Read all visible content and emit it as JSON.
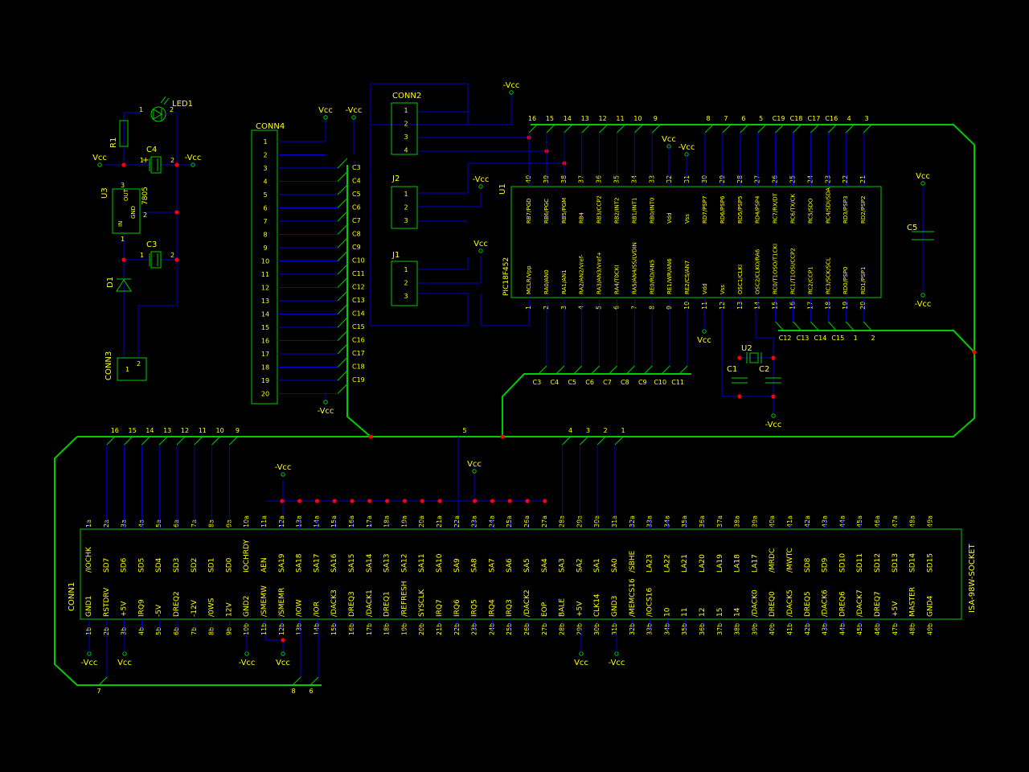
{
  "colors": {
    "background": "#000000",
    "wire": "#0000cc",
    "bus": "#00cc00",
    "part": "#00cc00",
    "label": "#ffff00",
    "label2": "#cccc00",
    "junction": "#ff0000",
    "power": "#00cc00"
  },
  "power": {
    "vcc": "Vcc",
    "nvcc": "-Vcc"
  },
  "parts": {
    "led": {
      "ref": "LED1",
      "pin1": "1",
      "pin2": "2"
    },
    "r1": {
      "ref": "R1"
    },
    "c4": {
      "ref": "C4",
      "pin1": "1",
      "pin2": "2"
    },
    "c3": {
      "ref": "C3",
      "pin1": "1",
      "pin2": "2"
    },
    "u3": {
      "ref": "U3",
      "value": "7805",
      "out": "OUT",
      "gnd": "GND",
      "in": "IN",
      "p1": "1",
      "p2": "2",
      "p3": "3"
    },
    "d1": {
      "ref": "D1"
    },
    "conn3": {
      "ref": "CONN3",
      "p1": "1",
      "p2": "2"
    },
    "conn4": {
      "ref": "CONN4",
      "pins": [
        "1",
        "2",
        "3",
        "4",
        "5",
        "6",
        "7",
        "8",
        "9",
        "10",
        "11",
        "12",
        "13",
        "14",
        "15",
        "16",
        "17",
        "18",
        "19",
        "20"
      ]
    },
    "conn4_nets": [
      "C3",
      "C4",
      "C5",
      "C6",
      "C7",
      "C8",
      "C9",
      "C10",
      "C11",
      "C12",
      "C13",
      "C14",
      "C15",
      "C16",
      "C17",
      "C18",
      "C19"
    ],
    "conn2": {
      "ref": "CONN2",
      "pins": [
        "1",
        "2",
        "3",
        "4"
      ]
    },
    "j2": {
      "ref": "J2",
      "pins": [
        "1",
        "2",
        "3"
      ]
    },
    "j1": {
      "ref": "J1",
      "pins": [
        "1",
        "2",
        "3"
      ]
    },
    "u1": {
      "ref": "U1",
      "value": "PIC18F452",
      "top_pin_numbers": [
        "40",
        "39",
        "38",
        "37",
        "36",
        "35",
        "34",
        "33",
        "32",
        "31",
        "30",
        "29",
        "28",
        "27",
        "26",
        "25",
        "24",
        "23",
        "22",
        "21"
      ],
      "top_pin_names": [
        "RB7/PGD",
        "RB6/PGC",
        "RB5/PGM",
        "RB4",
        "RB3/CCP2",
        "RB2/INT2",
        "RB1/INT1",
        "RB0/INT0",
        "Vdd",
        "Vss",
        "RD7/PSP7",
        "RD6/PSP6",
        "RD5/PSP5",
        "RD4/PSP4",
        "RC7/RX/DT",
        "RC6/TX/CK",
        "RC5/SDO",
        "RC4/SDI/SDA",
        "RD3/PSP3",
        "RD2/PSP2"
      ],
      "bottom_pin_numbers": [
        "1",
        "2",
        "3",
        "4",
        "5",
        "6",
        "7",
        "8",
        "9",
        "10",
        "11",
        "12",
        "13",
        "14",
        "15",
        "16",
        "17",
        "18",
        "19",
        "20"
      ],
      "bottom_pin_names": [
        "MCLR/Vpp",
        "RA0/AN0",
        "RA1/AN1",
        "RA2/AN2/Vref-",
        "RA3/AN3/Vref+",
        "RA4/T0CKI",
        "RA5/AN4/SS/LVDIN",
        "RE0/RD/AN5",
        "RE1/WR/AN6",
        "RE2/CS/AN7",
        "Vdd",
        "Vss",
        "OSC1/CLKI",
        "OSC2/CLKO/RA6",
        "RC0/T1OSO/T1CKI",
        "RC1/T1OSI/CCP2",
        "RC2/CCP1",
        "RC3/SCK/SCL",
        "RD0/PSP0",
        "RD1/PSP1"
      ]
    },
    "u1_top_nets": [
      "16",
      "15",
      "14",
      "13",
      "12",
      "11",
      "10",
      "9",
      "",
      "",
      "8",
      "7",
      "6",
      "5",
      "C19",
      "C18",
      "C17",
      "C16",
      "4",
      "3"
    ],
    "u1_bottom_nets_a": [
      "C3",
      "C4",
      "C5",
      "C6",
      "C7",
      "C8",
      "C9",
      "C10",
      "C11"
    ],
    "u1_bottom_nets_b": [
      "C12",
      "C13",
      "C14",
      "C15",
      "1",
      "2"
    ],
    "c5": {
      "ref": "C5"
    },
    "u2": {
      "ref": "U2"
    },
    "c1": {
      "ref": "C1"
    },
    "c2": {
      "ref": "C2"
    },
    "conn1": {
      "ref": "CONN1",
      "value": "ISA-98W-SOCKET",
      "top_pin_numbers": [
        "1a",
        "2a",
        "3a",
        "4a",
        "5a",
        "6a",
        "7a",
        "8a",
        "9a",
        "10a",
        "11a",
        "12a",
        "13a",
        "14a",
        "15a",
        "16a",
        "17a",
        "18a",
        "19a",
        "20a",
        "21a",
        "22a",
        "23a",
        "24a",
        "25a",
        "26a",
        "27a",
        "28a",
        "29a",
        "30a",
        "31a",
        "32a",
        "33a",
        "34a",
        "35a",
        "36a",
        "37a",
        "38a",
        "39a",
        "40a",
        "41a",
        "42a",
        "43a",
        "44a",
        "45a",
        "46a",
        "47a",
        "48a",
        "49a"
      ],
      "top_pin_names": [
        "/IOCHK",
        "SD7",
        "SD6",
        "SD5",
        "SD4",
        "SD3",
        "SD2",
        "SD1",
        "SD0",
        "IOCHRDY",
        "AEN",
        "SA19",
        "SA18",
        "SA17",
        "SA16",
        "SA15",
        "SA14",
        "SA13",
        "SA12",
        "SA11",
        "SA10",
        "SA9",
        "SA8",
        "SA7",
        "SA6",
        "SA5",
        "SA4",
        "SA3",
        "SA2",
        "SA1",
        "SA0",
        "/SBHE",
        "LA23",
        "LA22",
        "LA21",
        "LA20",
        "LA19",
        "LA18",
        "LA17",
        "/MRDC",
        "/MWTC",
        "SD8",
        "SD9",
        "SD10",
        "SD11",
        "SD12",
        "SD13",
        "SD14",
        "SD15"
      ],
      "bottom_pin_numbers": [
        "1b",
        "2b",
        "3b",
        "4b",
        "5b",
        "6b",
        "7b",
        "8b",
        "9b",
        "10b",
        "11b",
        "12b",
        "13b",
        "14b",
        "15b",
        "16b",
        "17b",
        "18b",
        "19b",
        "20b",
        "21b",
        "22b",
        "23b",
        "24b",
        "25b",
        "26b",
        "27b",
        "28b",
        "29b",
        "30b",
        "31b",
        "32b",
        "33b",
        "34b",
        "35b",
        "36b",
        "37b",
        "38b",
        "39b",
        "40b",
        "41b",
        "42b",
        "43b",
        "44b",
        "45b",
        "46b",
        "47b",
        "48b",
        "49b"
      ],
      "bottom_pin_names": [
        "GND1",
        "RSTDRV",
        "+5V",
        "IRQ9",
        "-5V",
        "DREQ2",
        "-12V",
        "/0WS",
        "12V",
        "GND2",
        "/SMEMW",
        "/SMEMR",
        "/IOW",
        "/IOR",
        "/DACK3",
        "DREQ3",
        "/DACK1",
        "DREQ1",
        "/REFRESH",
        "SYSCLK",
        "IRQ7",
        "IRQ6",
        "IRQ5",
        "IRQ4",
        "IRQ3",
        "/DACK2",
        "EOP",
        "BALE",
        "+5V",
        "CLK14",
        "GND3",
        "/MEMCS16",
        "/IOCS16",
        "10",
        "11",
        "12",
        "15",
        "14",
        "/DACK0",
        "DREQ0",
        "/DACK5",
        "DREQ5",
        "/DACK6",
        "DREQ6",
        "/DACK7",
        "DREQ7",
        "+5V",
        "MASTER",
        "GND4"
      ]
    },
    "conn1_top_nets_left": [
      "16",
      "15",
      "14",
      "13",
      "12",
      "11",
      "10",
      "9"
    ],
    "conn1_top_nets_right": [
      "4",
      "3",
      "2",
      "1"
    ],
    "conn1_mid_net": "5",
    "conn1_bottom_nets": [
      "7",
      "8",
      "6"
    ]
  }
}
